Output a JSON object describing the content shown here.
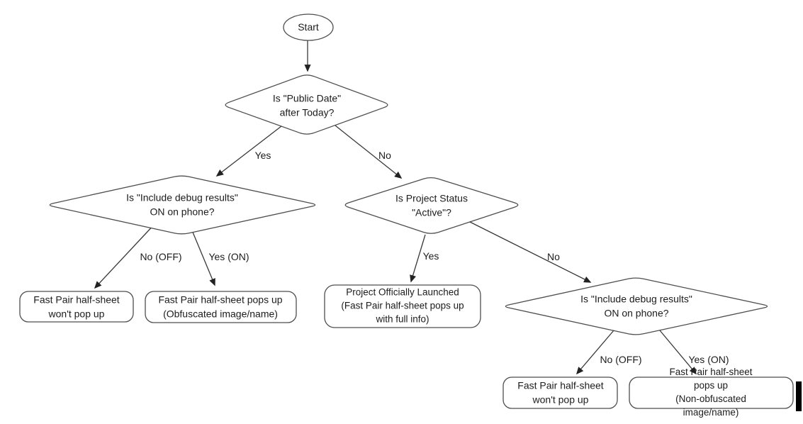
{
  "diagram": {
    "type": "flowchart",
    "colors": {
      "background": "#ffffff",
      "shape_stroke": "#4e4e4e",
      "arrow": "#383838",
      "text": "#1c1c1c",
      "cursor_bar": "#000000"
    },
    "nodes": {
      "start": {
        "shape": "oval",
        "label": "Start"
      },
      "public_date": {
        "shape": "diamond",
        "label": "Is \"Public Date\"\nafter Today?"
      },
      "debug_on_left": {
        "shape": "diamond",
        "label": "Is \"Include debug results\"\nON on phone?"
      },
      "project_status": {
        "shape": "diamond",
        "label": "Is Project Status\n\"Active\"?"
      },
      "debug_on_right": {
        "shape": "diamond",
        "label": "Is \"Include debug results\"\nON on phone?"
      },
      "no_popup_left": {
        "shape": "rounded-rect",
        "label": "Fast Pair half-sheet\nwon't pop up"
      },
      "obfuscated_popup": {
        "shape": "rounded-rect",
        "label": "Fast Pair half-sheet pops up\n(Obfuscated image/name)"
      },
      "launched": {
        "shape": "rounded-rect",
        "label": "Project Officially Launched\n(Fast Pair half-sheet pops up\nwith full info)"
      },
      "no_popup_right": {
        "shape": "rounded-rect",
        "label": "Fast Pair half-sheet\nwon't pop up"
      },
      "non_obfuscated_popup": {
        "shape": "rounded-rect",
        "label": "Fast Pair half-sheet pops up\n(Non-obfuscated image/name)"
      }
    },
    "edges": {
      "public_date_yes": {
        "label": "Yes"
      },
      "public_date_no": {
        "label": "No"
      },
      "debug_left_no": {
        "label": "No (OFF)"
      },
      "debug_left_yes": {
        "label": "Yes (ON)"
      },
      "status_yes": {
        "label": "Yes"
      },
      "status_no": {
        "label": "No"
      },
      "debug_right_no": {
        "label": "No (OFF)"
      },
      "debug_right_yes": {
        "label": "Yes (ON)"
      }
    }
  }
}
